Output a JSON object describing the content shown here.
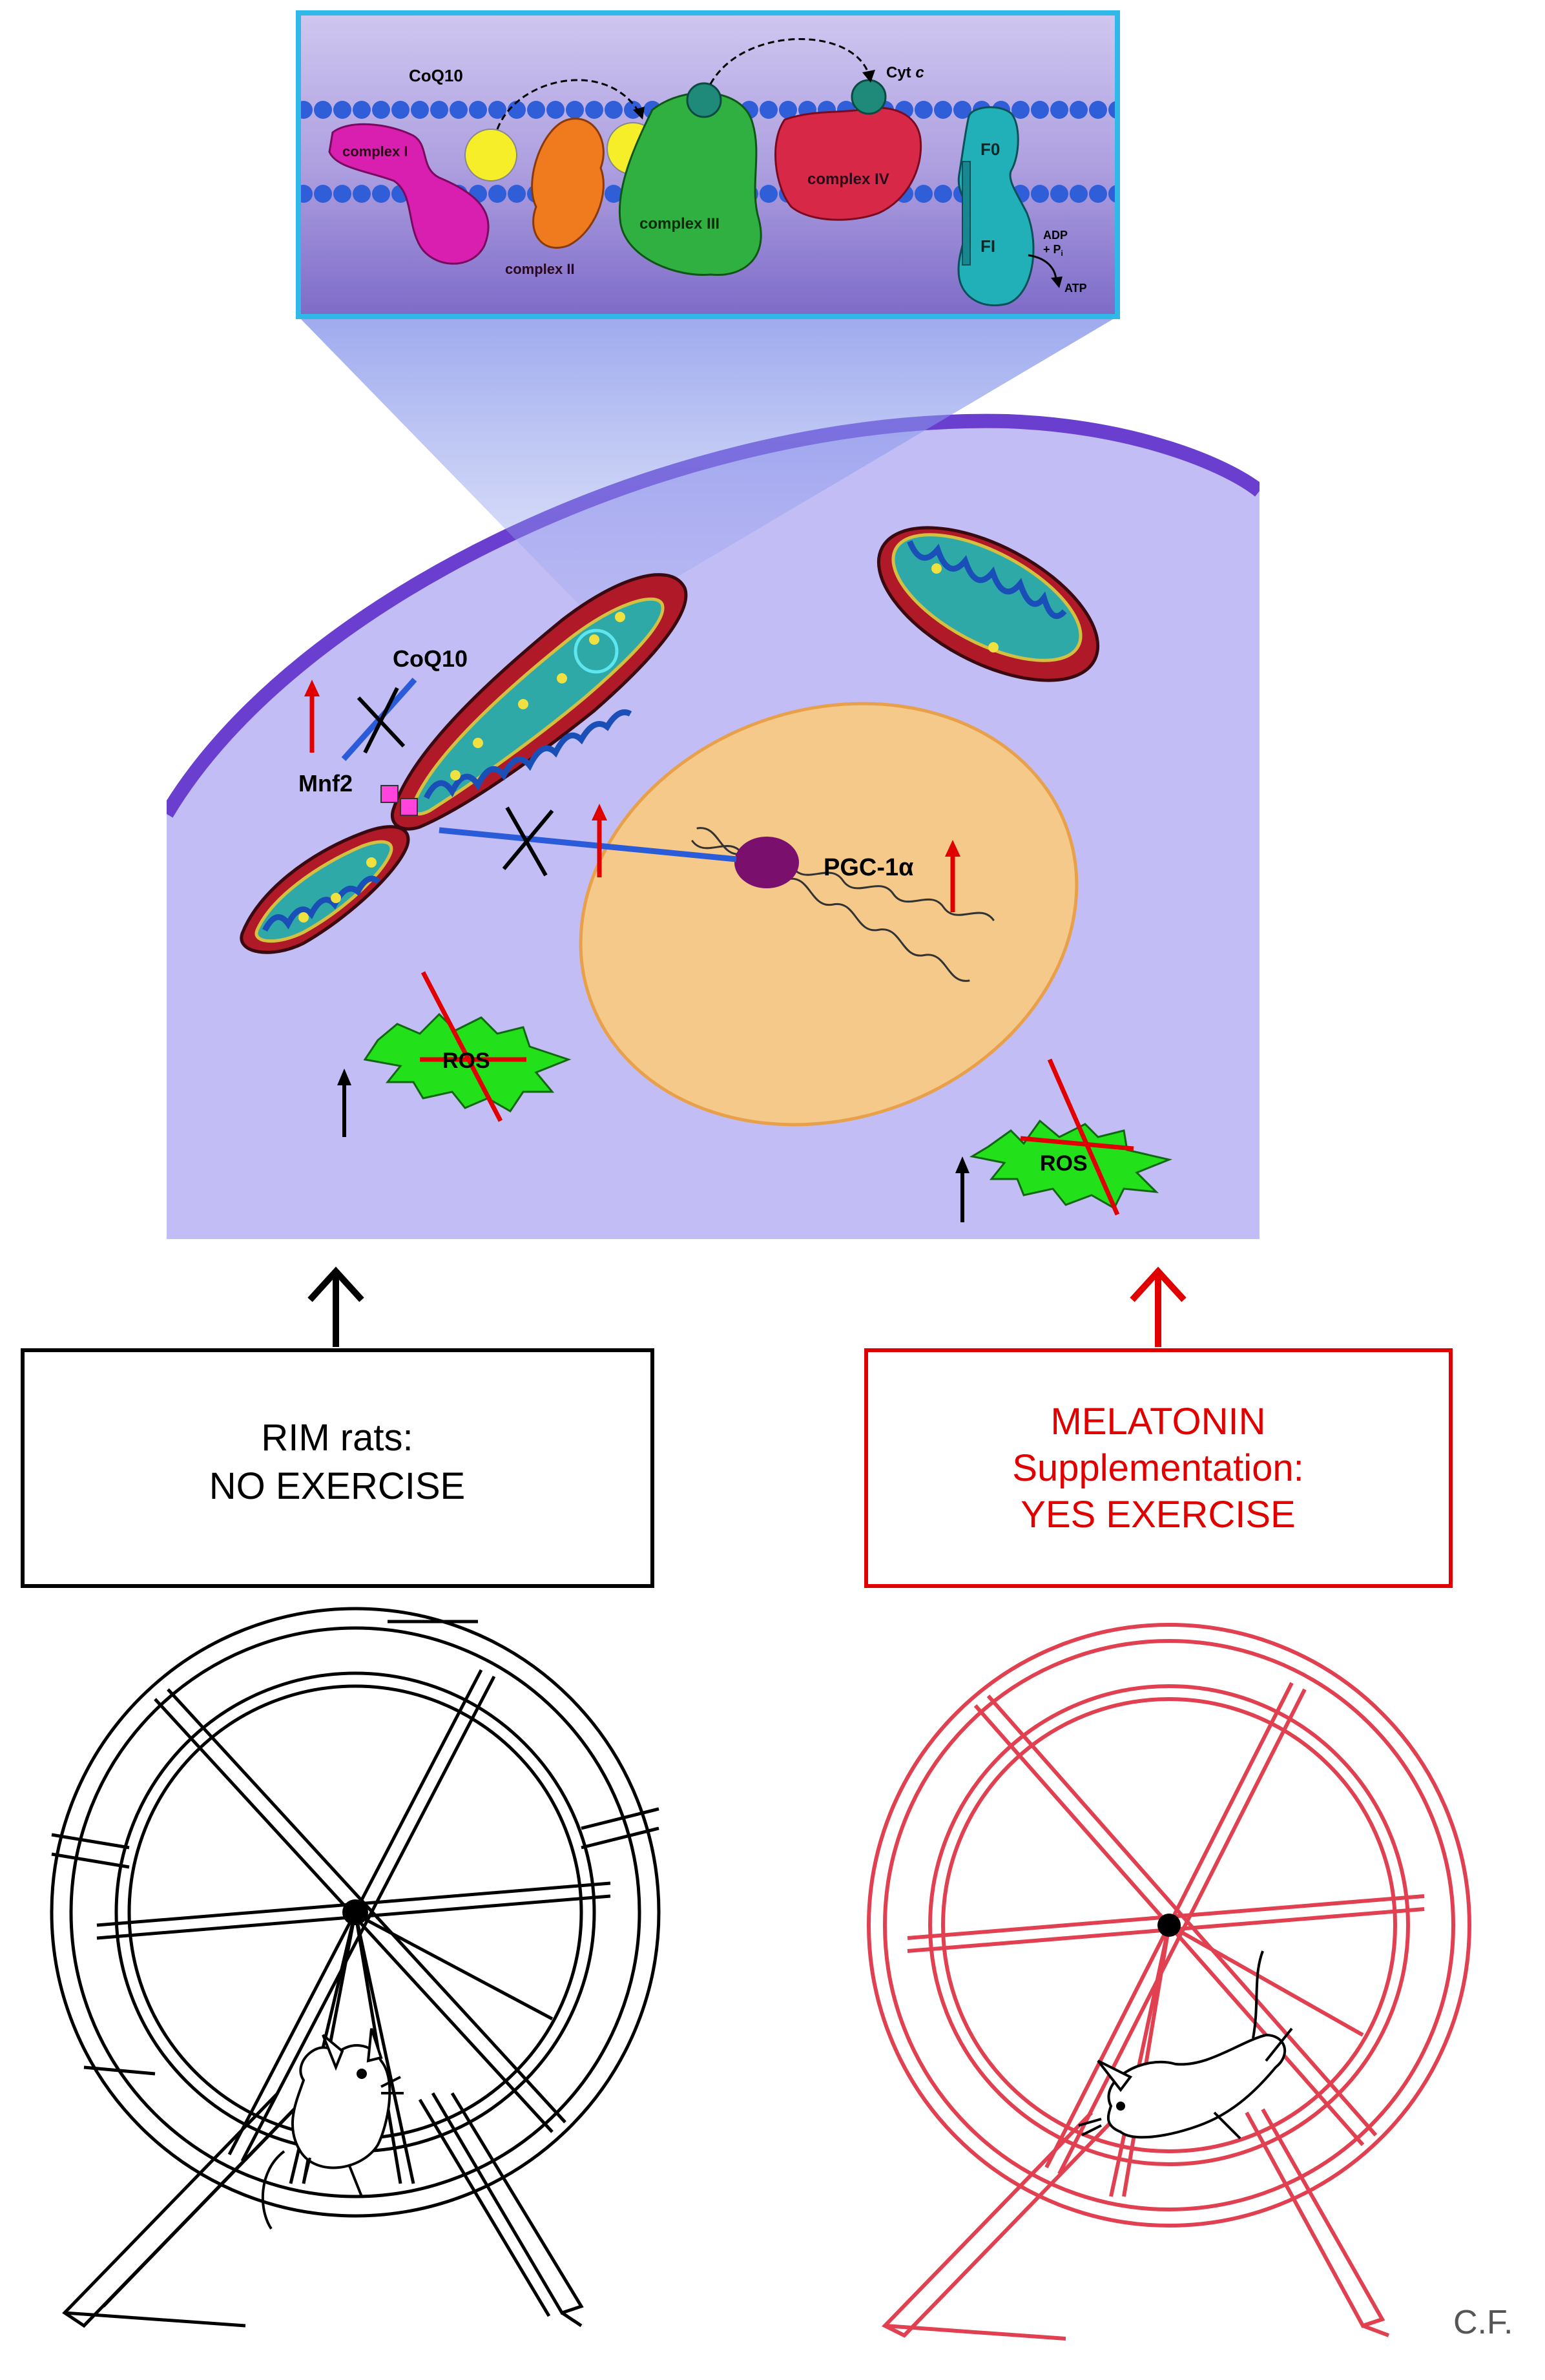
{
  "inset": {
    "labels": {
      "coq10": "CoQ10",
      "complex1": "complex I",
      "complex2": "complex II",
      "complex3": "complex III",
      "complex4": "complex IV",
      "cytc_main": "Cyt ",
      "cytc_italic": "c",
      "f0": "F0",
      "f1": "FI",
      "adp": "ADP",
      "pi": "+ P",
      "pi_sub": "i",
      "atp": "ATP"
    }
  },
  "cell": {
    "labels": {
      "coq10": "CoQ10",
      "mnf2": "Mnf2",
      "pgc": "PGC-1α",
      "ros1": "ROS",
      "ros2": "ROS"
    }
  },
  "boxes": {
    "left": {
      "line1": "RIM rats:",
      "line2": "NO EXERCISE",
      "color": "#000000"
    },
    "right": {
      "line1": "MELATONIN",
      "line2": "Supplementation:",
      "line3": "YES EXERCISE",
      "color": "#e00000"
    }
  },
  "credit": "C.F.",
  "colors": {
    "cytoplasm": "#c3bdf5",
    "membrane": "#6a3fd0",
    "nucleus": "#f5c98a",
    "mito_outer": "#b01a28",
    "mito_matrix": "#2fa8a8",
    "ros": "#22e01a",
    "up_arrow": "#e00000",
    "inhibit": "#2a5bd8"
  }
}
